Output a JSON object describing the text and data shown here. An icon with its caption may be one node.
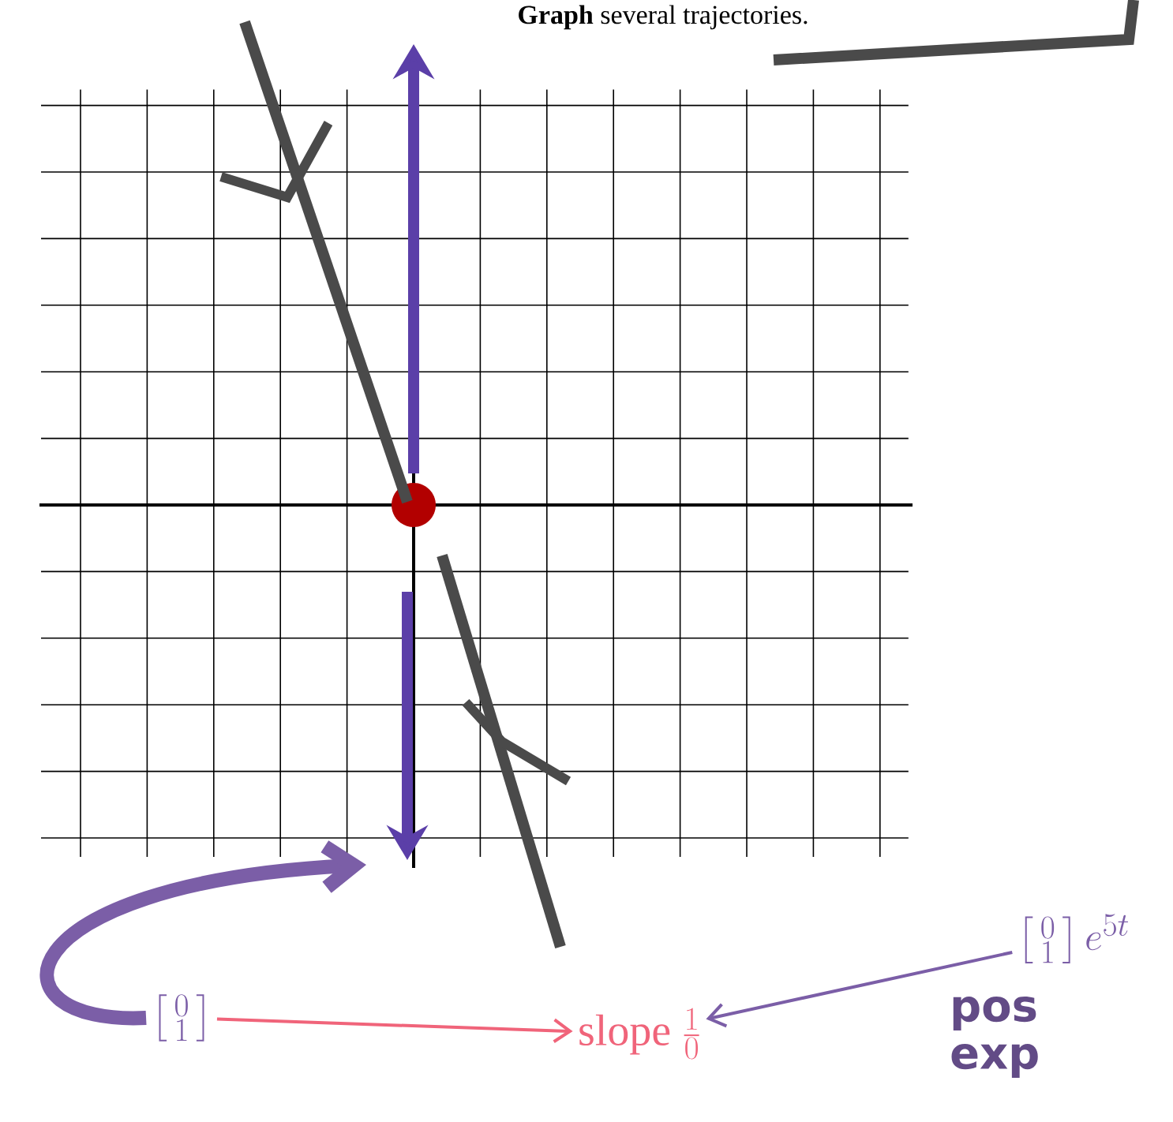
{
  "diagram": {
    "title": "**Graph** several trajectories.",
    "nodes": [
      {
        "text": [
          "\\left[\\begin{smallmatrix}0\\\\1\\end{smallmatrix}\\right]"
        ]
      },
      {
        "text": [
          "\\text{slope}\\ \\frac{1}{0}"
        ]
      },
      {
        "text": [
          "\\left[\\begin{smallmatrix}0\\\\1\\end{smallmatrix}\\right]e^{5t}"
        ]
      }
    ],
    "edges": [
      {
        "from": 0,
        "to": 1,
        "arrow": "to",
        "color": "#f0647a"
      },
      {
        "from": 2,
        "to": 1,
        "arrow": "to"
      },
      {
        "from": 0,
        "to": null,
        "arrow": "to",
        "style": "thick"
      }
    ],
    "labels": [
      "pos exp"
    ]
  }
}
